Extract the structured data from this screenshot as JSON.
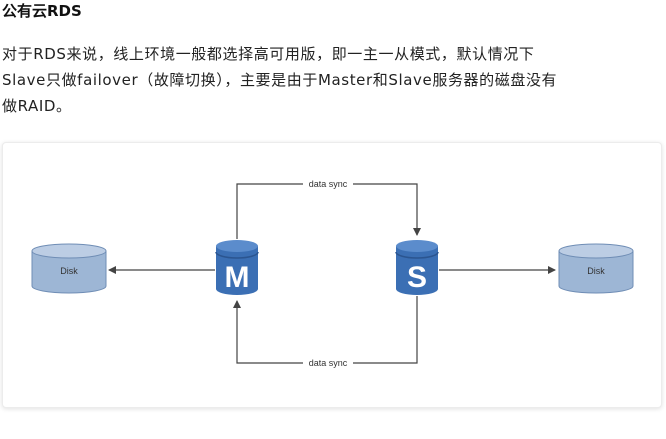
{
  "article": {
    "heading": "公有云RDS",
    "paragraph_lines": [
      "对于RDS来说，线上环境一般都选择高可用版，即一主一从模式，默认情况下",
      "Slave只做failover（故障切换），主要是由于Master和Slave服务器的磁盘没有",
      "做RAID。"
    ]
  },
  "diagram": {
    "master_letter": "M",
    "slave_letter": "S",
    "disk_left_label": "Disk",
    "disk_right_label": "Disk",
    "sync_top_label": "data sync",
    "sync_bottom_label": "data sync",
    "colors": {
      "db_blue": "#3b6fb4",
      "db_blue_dark": "#2b5590",
      "disk_fill": "#9db6d5",
      "disk_top": "#bccde4",
      "line": "#444444"
    }
  }
}
